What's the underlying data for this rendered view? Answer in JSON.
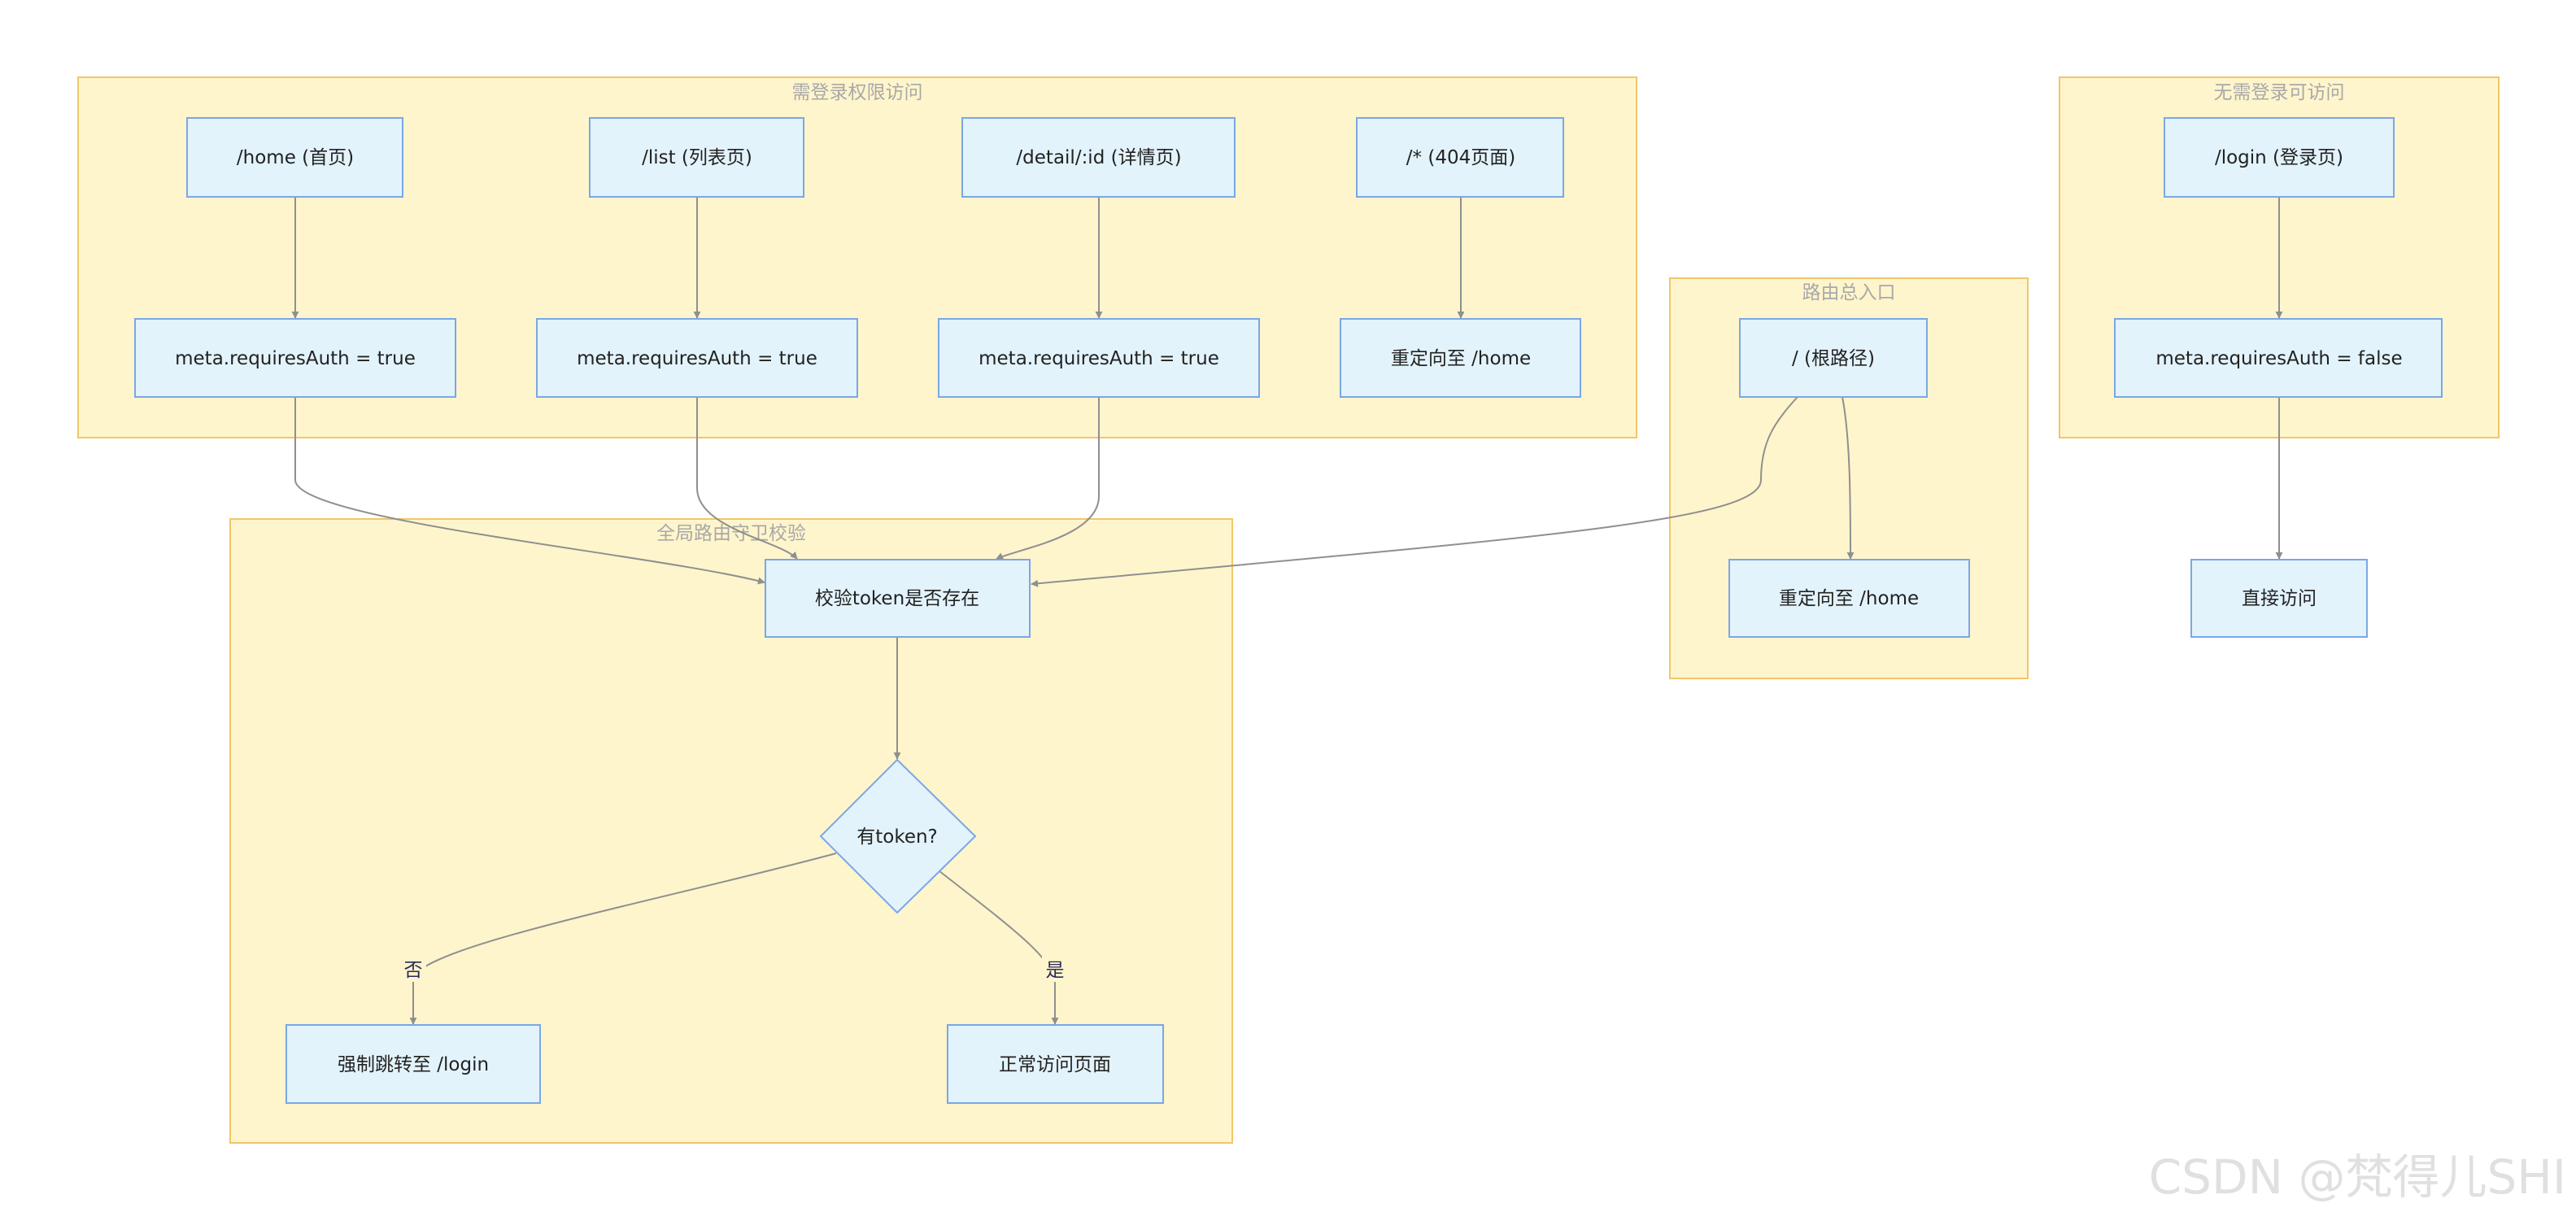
{
  "clusters": {
    "auth": {
      "title": "需登录权限访问"
    },
    "public": {
      "title": "无需登录可访问"
    },
    "entry": {
      "title": "路由总入口"
    },
    "guard": {
      "title": "全局路由守卫校验"
    }
  },
  "nodes": {
    "home": "/home (首页)",
    "list": "/list (列表页)",
    "detail": "/detail/:id (详情页)",
    "notfound": "/* (404页面)",
    "home_meta": "meta.requiresAuth = true",
    "list_meta": "meta.requiresAuth = true",
    "detail_meta": "meta.requiresAuth = true",
    "notfound_redirect": "重定向至 /home",
    "login": "/login (登录页)",
    "login_meta": "meta.requiresAuth = false",
    "direct_access": "直接访问",
    "root": "/ (根路径)",
    "root_redirect": "重定向至 /home",
    "check_token": "校验token是否存在",
    "has_token": "有token?",
    "force_login": "强制跳转至 /login",
    "normal_access": "正常访问页面"
  },
  "edge_labels": {
    "no": "否",
    "yes": "是"
  },
  "watermark": "CSDN @梵得儿SHI",
  "colors": {
    "cluster_fill": "#fff5cc",
    "cluster_border": "#f1c66a",
    "node_fill": "#e3f3fb",
    "node_border": "#7aa7e6",
    "edge": "#8f8f8f"
  }
}
